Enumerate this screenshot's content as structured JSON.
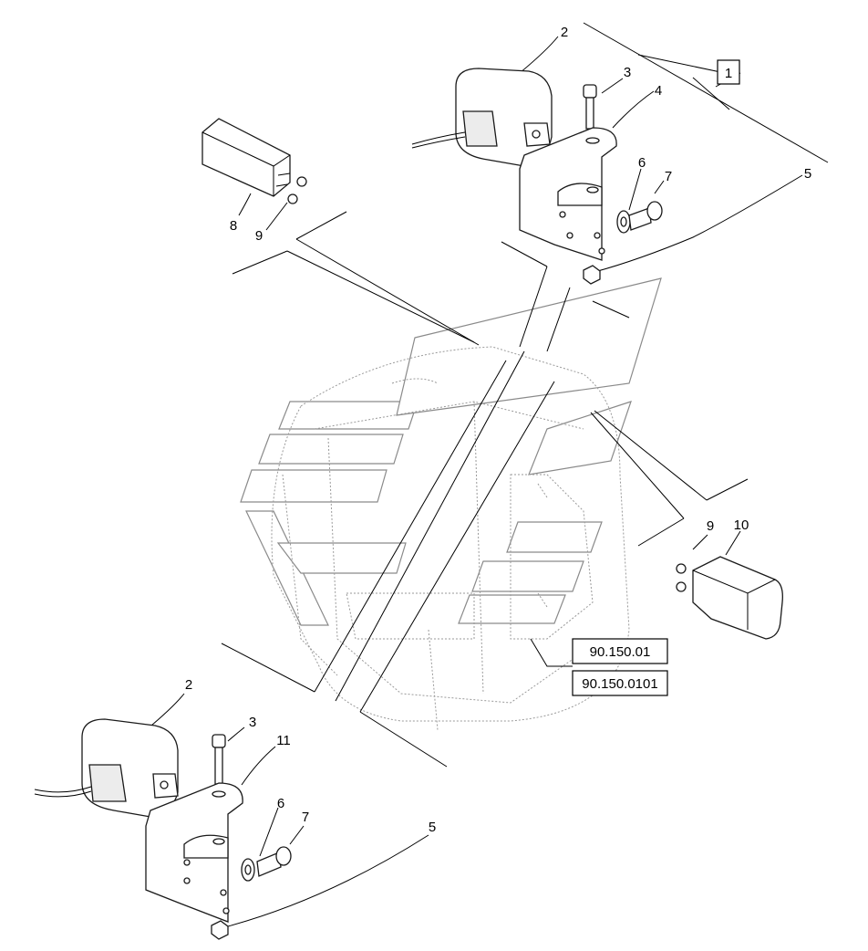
{
  "group_label": "1",
  "callouts": {
    "top_2": "2",
    "top_3": "3",
    "top_4": "4",
    "top_5": "5",
    "top_6": "6",
    "top_7": "7",
    "left_8": "8",
    "left_9": "9",
    "right_9": "9",
    "right_10": "10",
    "bot_2": "2",
    "bot_3": "3",
    "bot_11": "11",
    "bot_6": "6",
    "bot_7": "7",
    "bot_5": "5"
  },
  "references": [
    "90.150.01",
    "90.150.0101"
  ],
  "icons": [
    "warning-lamp-icon",
    "relay-icon",
    "bracket-icon",
    "bolt-icon",
    "washer-icon",
    "nut-icon",
    "cab-outline-icon",
    "watermark-logo"
  ]
}
